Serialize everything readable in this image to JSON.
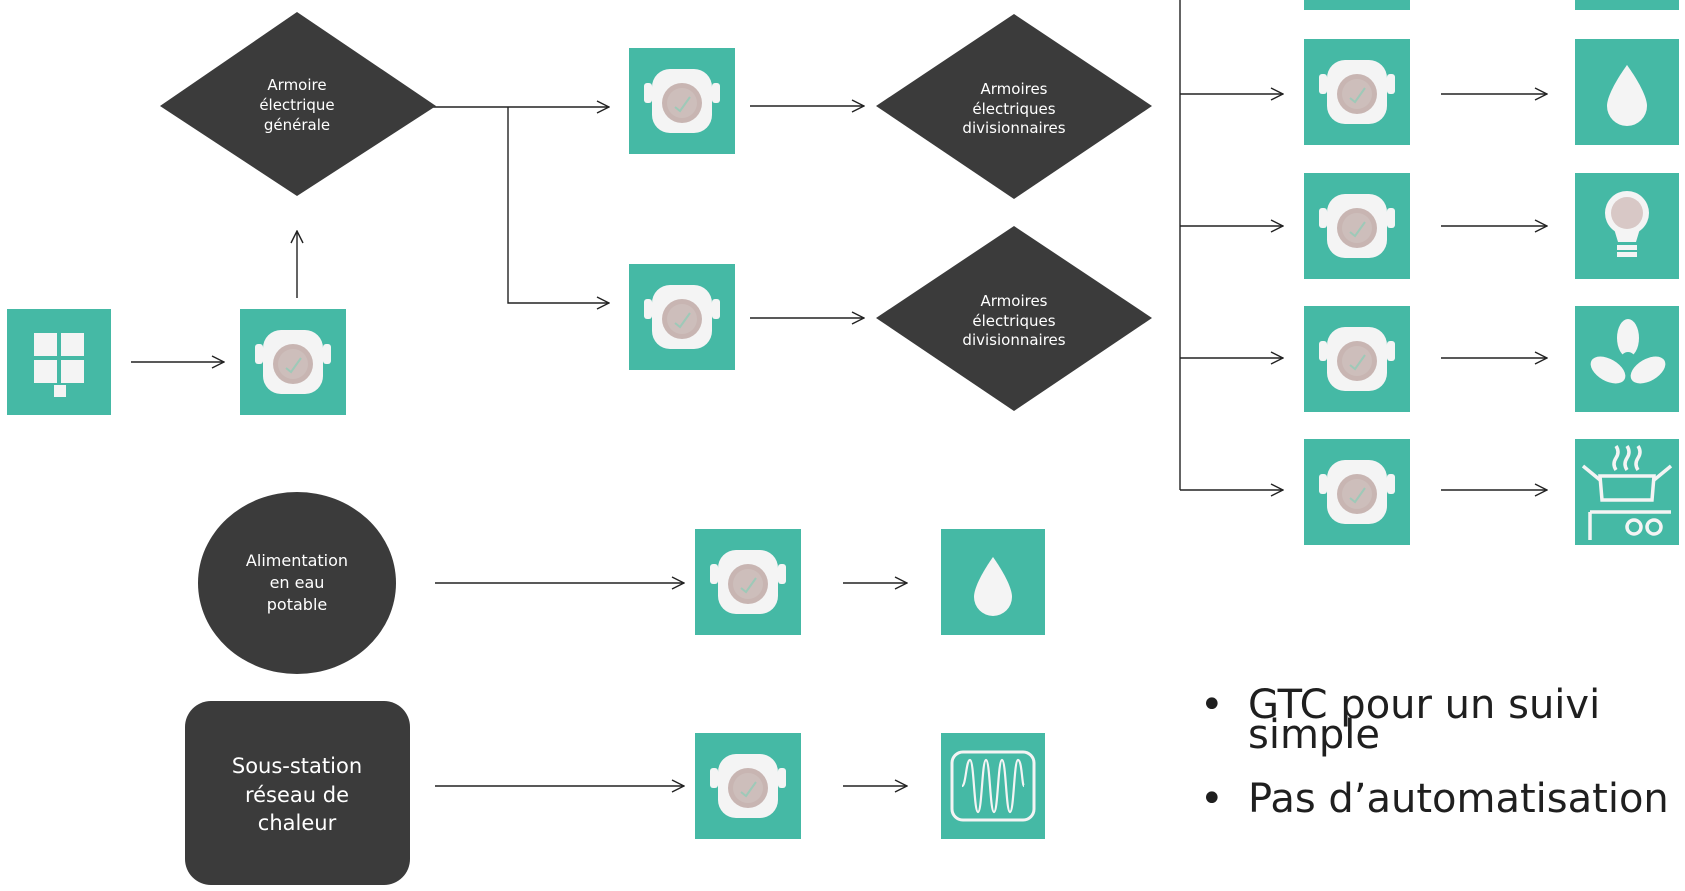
{
  "colors": {
    "teal": "#45b9a5",
    "dark": "#3b3b3b",
    "line": "#222222"
  },
  "nodes": {
    "armoire_generale": [
      "Armoire",
      "électrique",
      "générale"
    ],
    "armoires_div_1": [
      "Armoires",
      "électriques",
      "divisionnaires"
    ],
    "armoires_div_2": [
      "Armoires",
      "électriques",
      "divisionnaires"
    ],
    "alimentation_eau": [
      "Alimentation",
      "en eau",
      "potable"
    ],
    "sous_station": [
      "Sous-station",
      "réseau de",
      "chaleur"
    ]
  },
  "icons": {
    "meter": "meter-icon",
    "solar": "solar-panel-icon",
    "water": "water-drop-icon",
    "lighting": "light-bulb-icon",
    "ventilation": "fan-icon",
    "cooking": "cooking-pot-icon",
    "heating": "heat-wave-icon"
  },
  "bullets": [
    "GTC pour un suivi simple",
    "Pas d’automatisation"
  ]
}
